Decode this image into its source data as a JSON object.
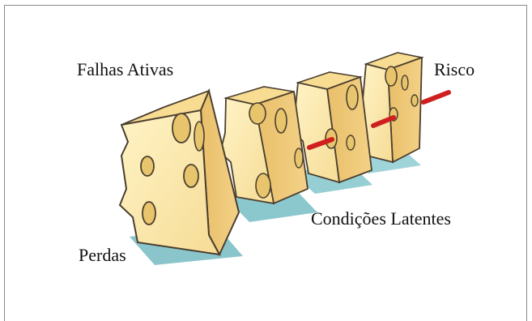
{
  "labels": {
    "active_failures": "Falhas Ativas",
    "risk": "Risco",
    "latent_conditions": "Condições Latentes",
    "losses": "Perdas"
  },
  "colors": {
    "cheese_face": "#fbe7a5",
    "cheese_side": "#ecc97c",
    "cheese_top": "#f8dc92",
    "cheese_outline": "#4b3f2f",
    "hole_fill": "#e8c56c",
    "shadow": "#8fc9cf",
    "risk_arrow": "#cf1f1f"
  }
}
